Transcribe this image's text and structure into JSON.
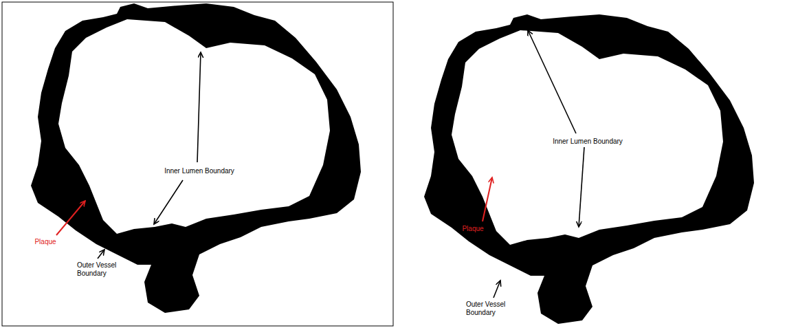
{
  "diagram": {
    "labels": [
      "Inner Lumen Boundary",
      "Plaque",
      "Outer Vessel Boundary",
      "Inner Lumen Boundary",
      "Plaque",
      "Outer Vessel Boundary"
    ]
  }
}
